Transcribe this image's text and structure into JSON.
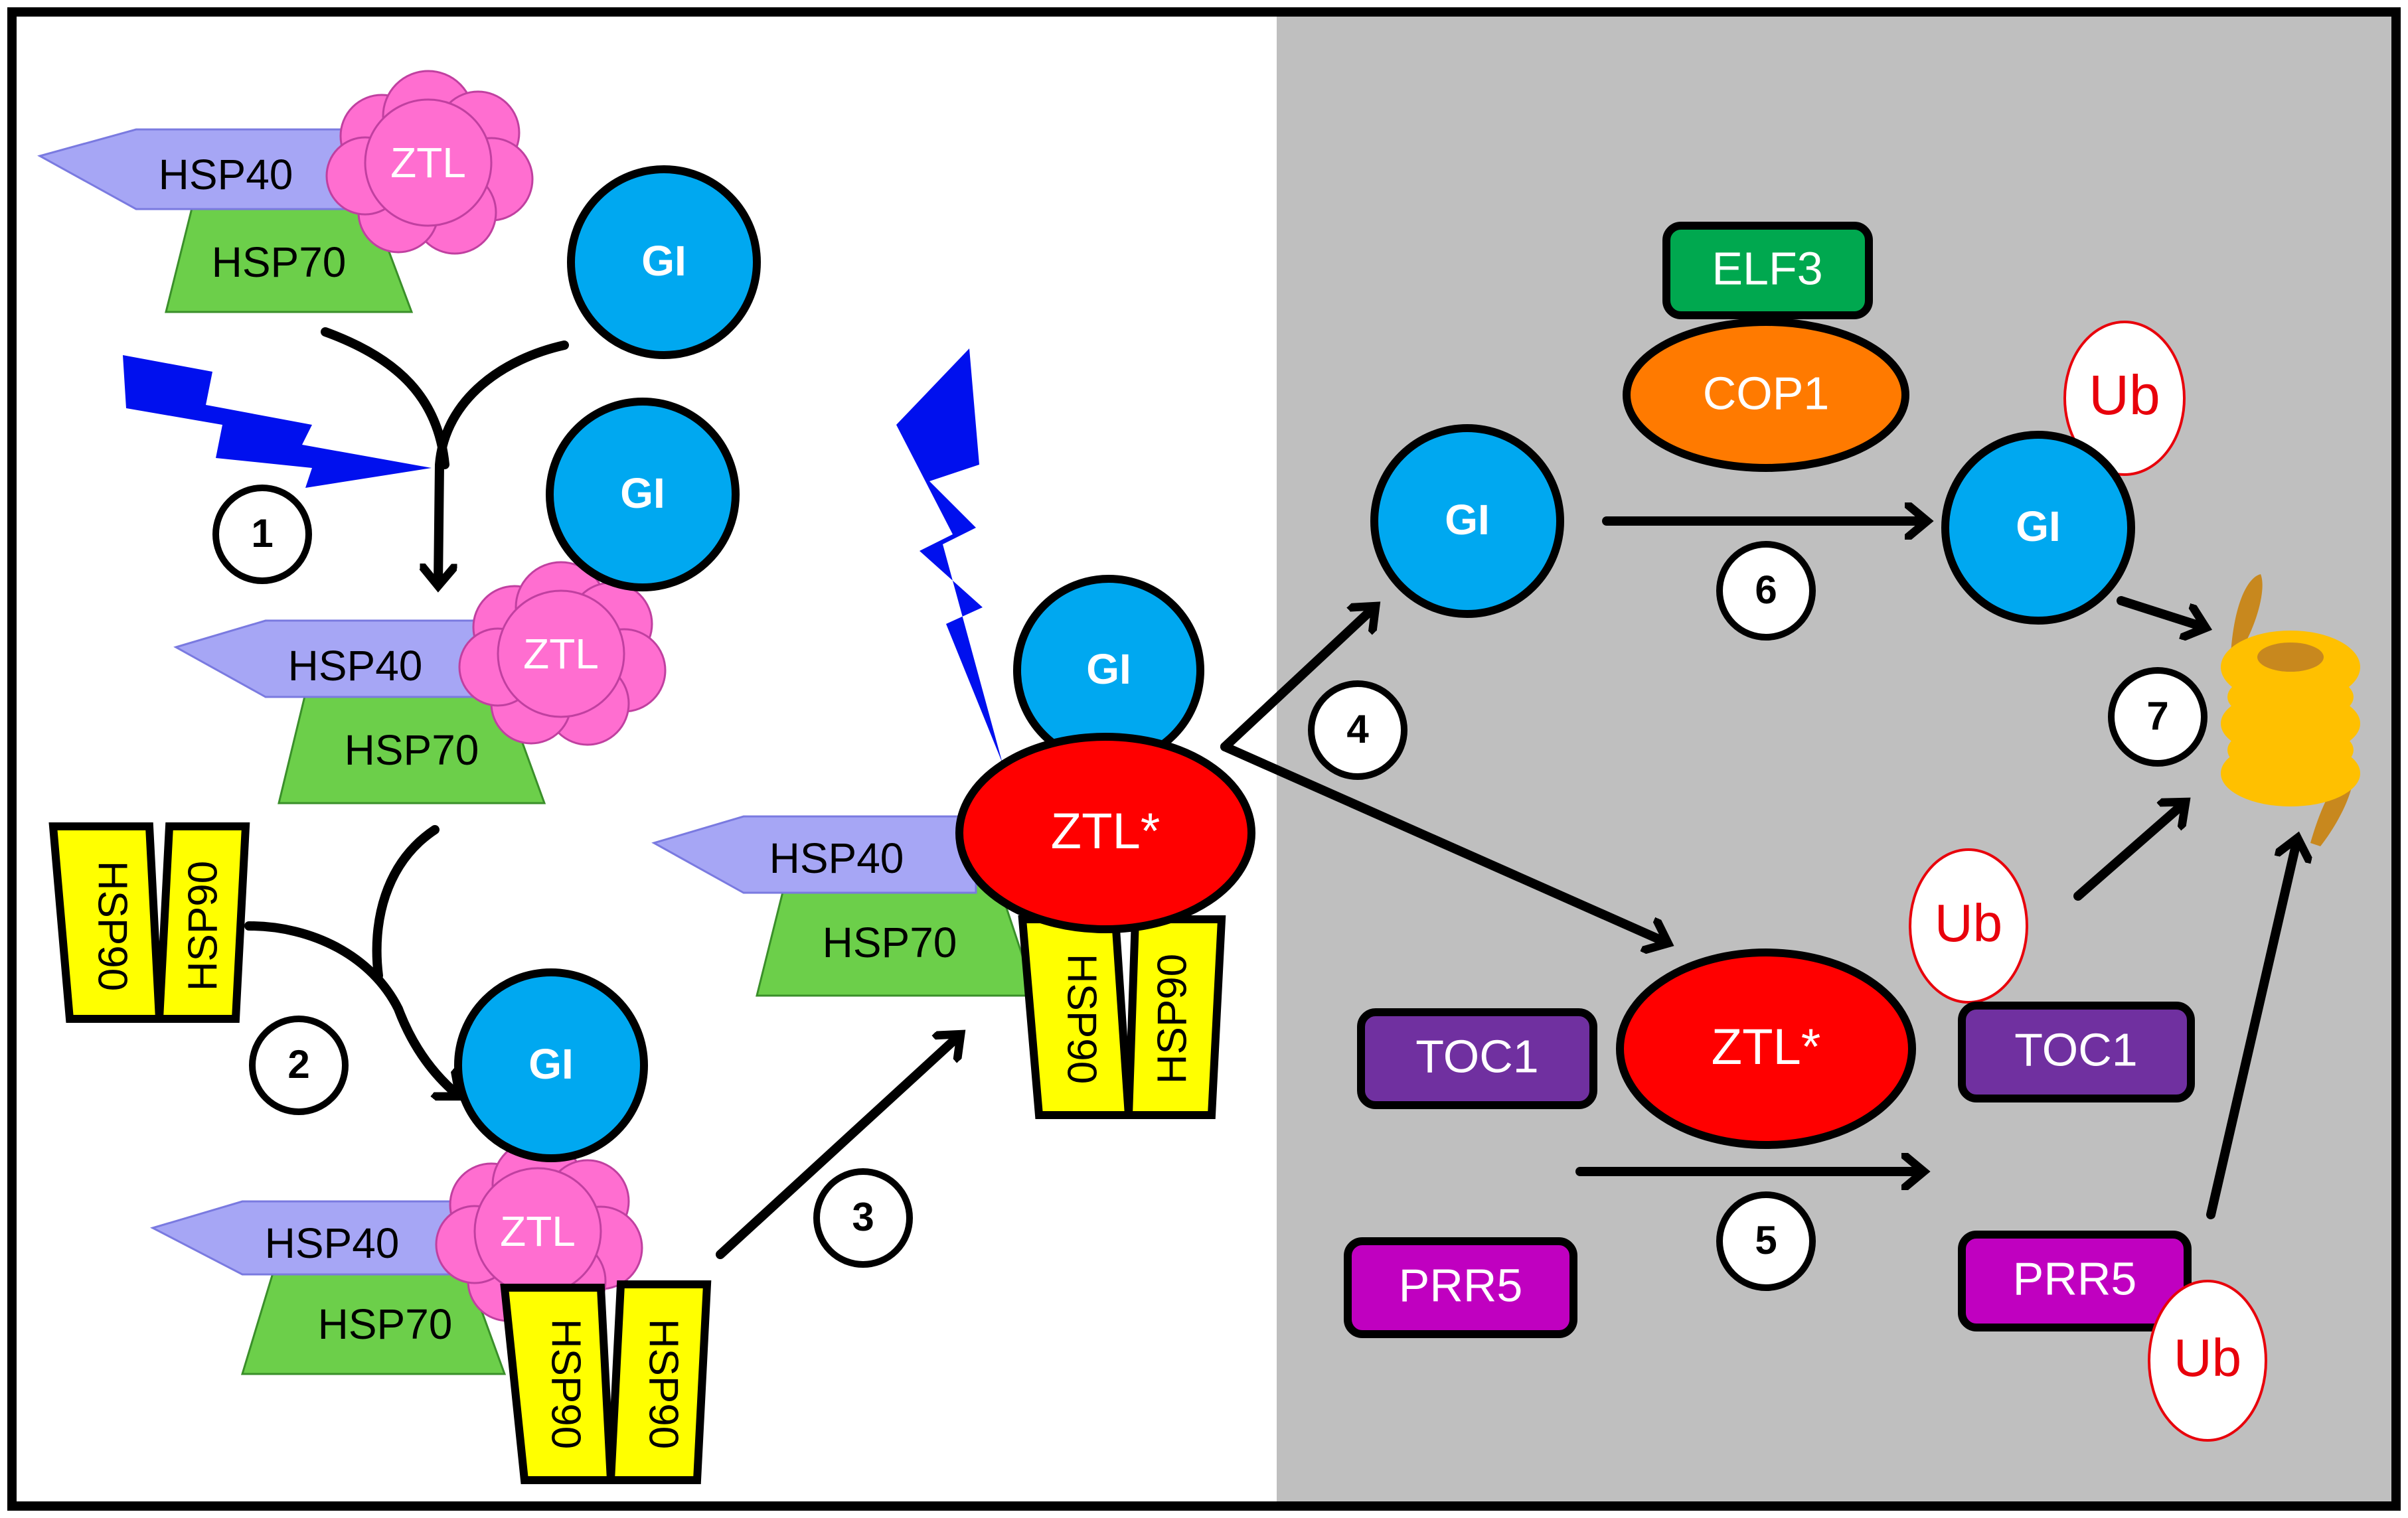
{
  "labels": {
    "hsp40": "HSP40",
    "hsp70": "HSP70",
    "hsp90": "HSP90",
    "ztl": "ZTL",
    "ztl_active": "ZTL*",
    "gi": "GI",
    "elf3": "ELF3",
    "cop1": "COP1",
    "toc1": "TOC1",
    "prr5": "PRR5",
    "ub": "Ub"
  },
  "steps": [
    "1",
    "2",
    "3",
    "4",
    "5",
    "6",
    "7"
  ],
  "colors": {
    "left_panel": "#ffffff",
    "right_panel": "#bfbfbf",
    "hsp40": "#a6a6f5",
    "hsp70": "#6ccf4a",
    "hsp90": "#ffff00",
    "ztl": "#ff6ed0",
    "ztl_active": "#ff0000",
    "gi": "#00a8f0",
    "elf3": "#00a84f",
    "cop1": "#ff7a00",
    "toc1": "#7030a0",
    "prr5": "#c000c0",
    "light": "#0010ee",
    "proteasome": "#ffc000",
    "proteasome_cap": "#c8881e",
    "ub_text": "#e8000b"
  }
}
